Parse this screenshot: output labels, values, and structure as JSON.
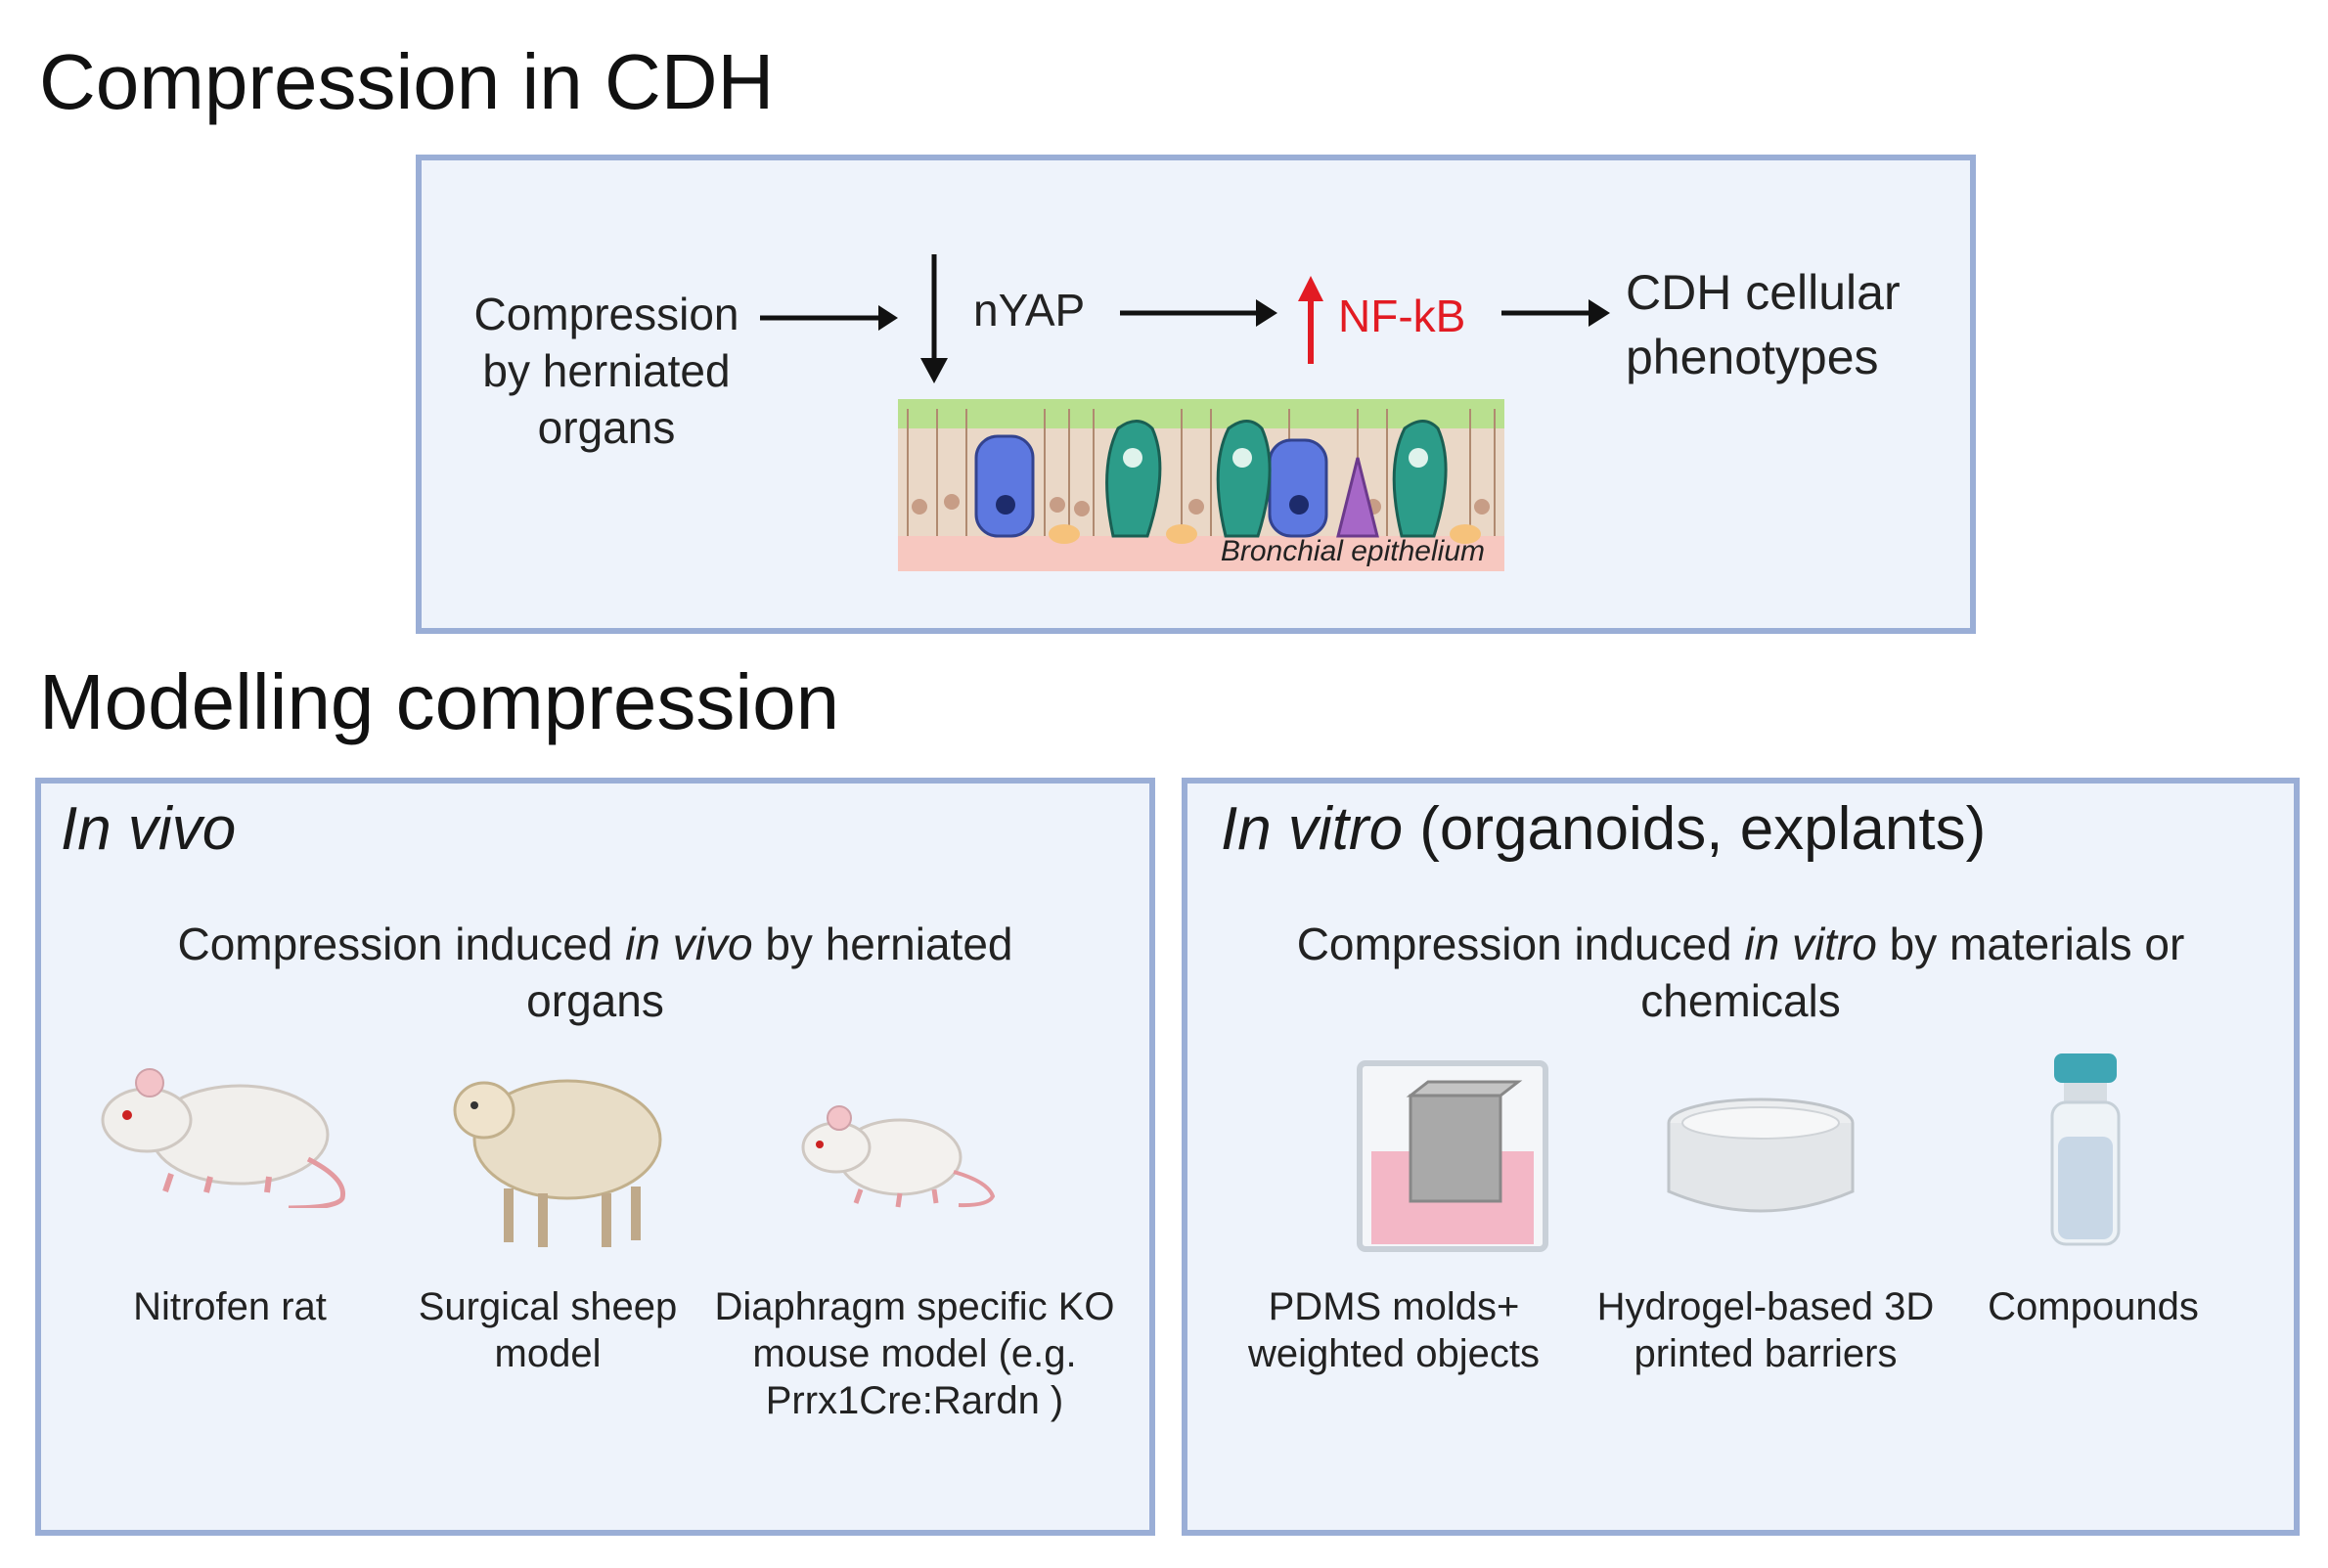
{
  "top": {
    "title": "Compression in CDH",
    "cause": [
      "Compression",
      "by herniated",
      "organs"
    ],
    "nyap": "nYAP",
    "nfkb": "NF-kB",
    "outcome": [
      "CDH cellular",
      "phenotypes"
    ],
    "tissue_label": "Bronchial epithelium"
  },
  "bottom": {
    "title": "Modelling compression",
    "in_vivo": {
      "heading_italic": "In vivo",
      "desc_1": "Compression induced ",
      "desc_italic": "in vivo",
      "desc_2": " by herniated",
      "desc_3": "organs",
      "models": [
        {
          "lines": [
            "Nitrofen rat"
          ]
        },
        {
          "lines": [
            "Surgical sheep",
            "model"
          ]
        },
        {
          "lines": [
            "Diaphragm specific KO",
            "mouse model (e.g.",
            "Prrx1Cre:Rardn )"
          ]
        }
      ]
    },
    "in_vitro": {
      "heading_italic": "In vitro",
      "heading_rest": " (organoids, explants)",
      "desc_1": "Compression induced ",
      "desc_italic": "in vitro",
      "desc_2": " by materials or",
      "desc_3": "chemicals",
      "methods": [
        {
          "lines": [
            "PDMS molds+",
            "weighted objects"
          ]
        },
        {
          "lines": [
            "Hydrogel-based 3D",
            "printed barriers"
          ]
        },
        {
          "lines": [
            "Compounds"
          ]
        }
      ]
    }
  },
  "colors": {
    "panel_bg": "#eef3fb",
    "panel_border": "#9aaed6",
    "highlight_red": "#e21b23"
  }
}
